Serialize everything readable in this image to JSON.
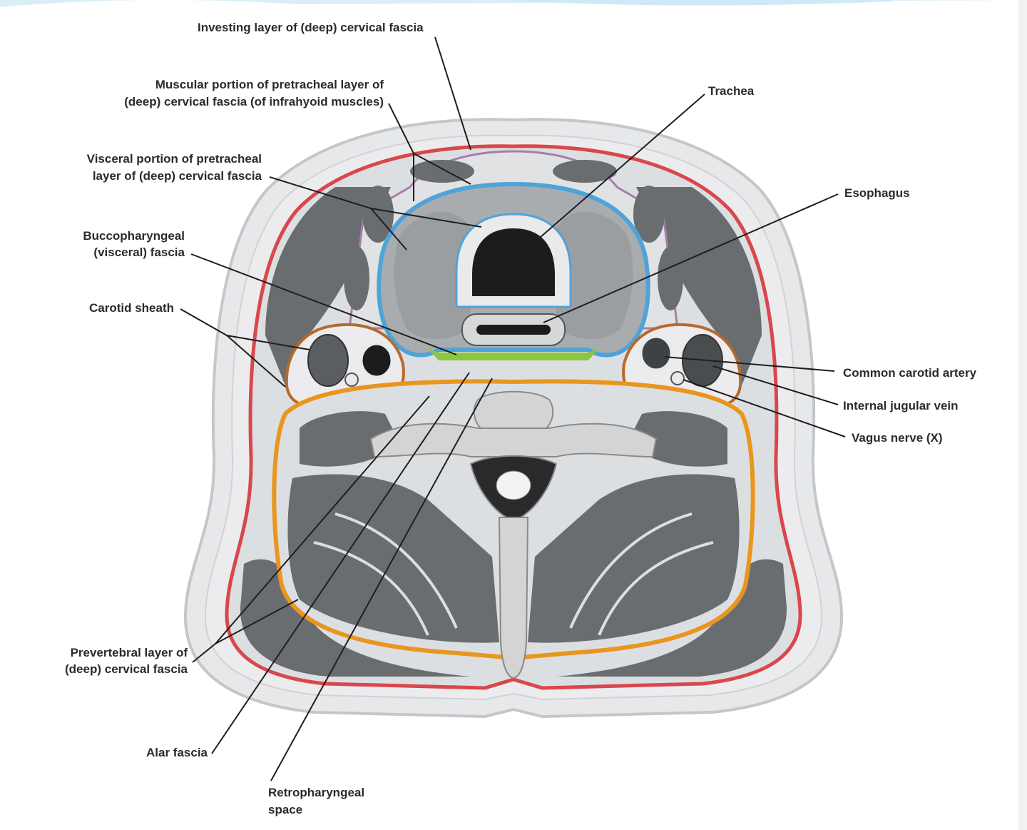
{
  "colors": {
    "investing_fascia": "#d9474d",
    "muscular_pretracheal": "#a77dab",
    "visceral_pretracheal": "#4fa3d9",
    "buccopharyngeal": "#8cc63f",
    "carotid_sheath": "#b56a2c",
    "prevertebral": "#e8961e",
    "muscle": "#6a6d70",
    "skin": "#e6e8ea",
    "bone": "#d4d4d4"
  },
  "labels": {
    "investing_layer": "Investing layer of (deep) cervical fascia",
    "muscular_portion_1": "Muscular portion of pretracheal layer of",
    "muscular_portion_2": "(deep) cervical fascia (of infrahyoid muscles)",
    "visceral_portion_1": "Visceral portion of pretracheal",
    "visceral_portion_2": "layer of (deep) cervical fascia",
    "buccopharyngeal_1": "Buccopharyngeal",
    "buccopharyngeal_2": "(visceral) fascia",
    "carotid_sheath": "Carotid sheath",
    "prevertebral_1": "Prevertebral layer of",
    "prevertebral_2": "(deep) cervical fascia",
    "alar_fascia": "Alar fascia",
    "retropharyngeal_1": "Retropharyngeal",
    "retropharyngeal_2": "space",
    "trachea": "Trachea",
    "esophagus": "Esophagus",
    "common_carotid": "Common carotid artery",
    "internal_jugular": "Internal jugular vein",
    "vagus_nerve": "Vagus nerve (X)"
  }
}
